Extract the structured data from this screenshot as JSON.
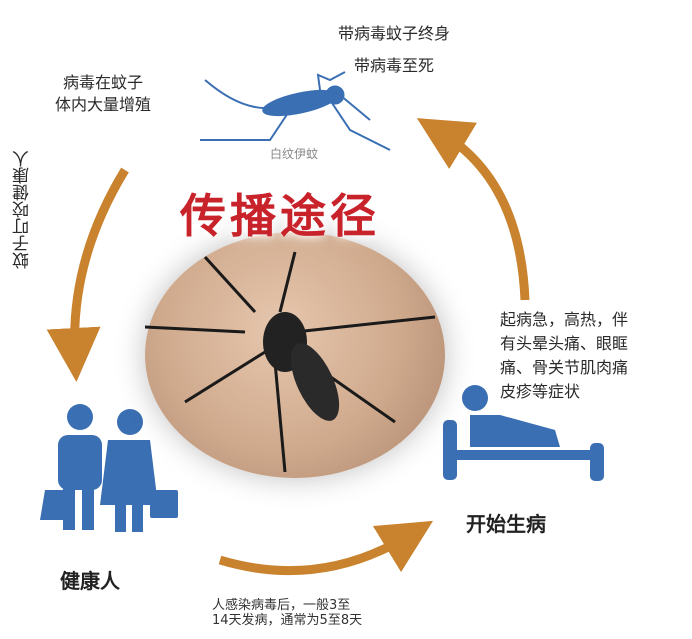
{
  "title": "传播途径",
  "mosquito_label": "白纹伊蚊",
  "steps": {
    "virus_multiply": [
      "病毒在蚊子",
      "体内大量增殖"
    ],
    "lifelong_carrier": [
      "带病毒蚊子终身",
      "带病毒至死"
    ],
    "bite_healthy": "蚊子叮咬健康人",
    "healthy_person": "健康人",
    "incubation": [
      "人感染病毒后，一般3至",
      "14天发病，通常为5至8天"
    ],
    "symptoms": [
      "起病急，高热，伴",
      "有头晕头痛、眼眶",
      "痛、骨关节肌肉痛",
      "皮疹等症状"
    ],
    "onset": "开始生病"
  },
  "colors": {
    "arrow": "#c9832e",
    "icon": "#3b6fb3",
    "title": "#c8232a"
  }
}
